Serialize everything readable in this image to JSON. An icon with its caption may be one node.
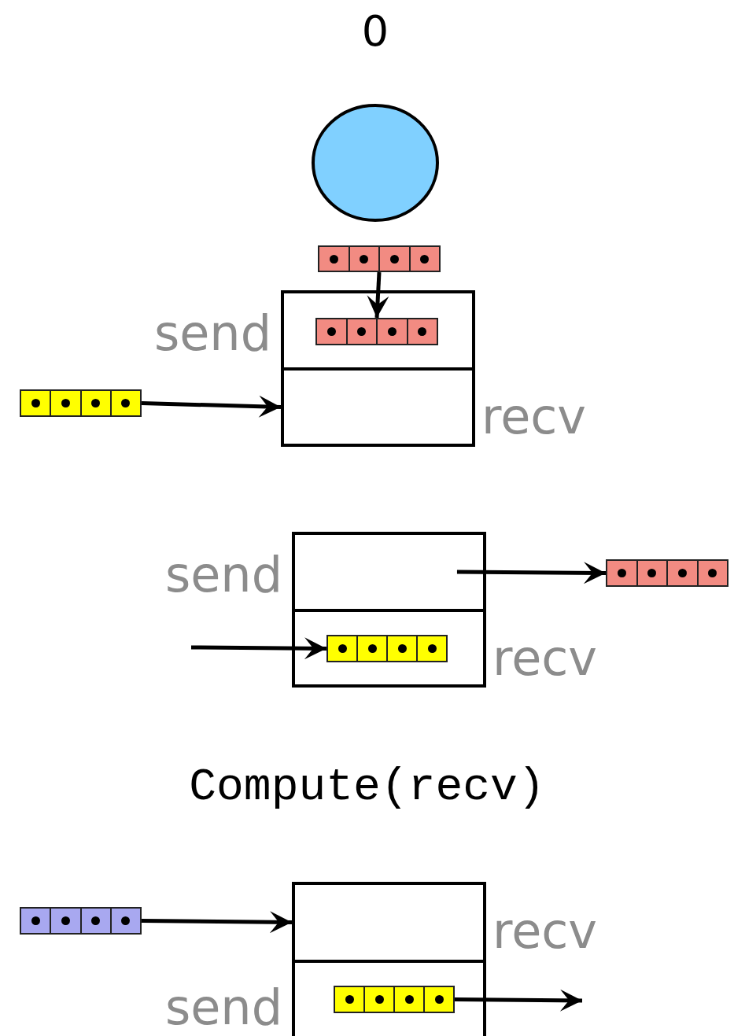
{
  "diagram": {
    "nodes": [
      {
        "text": [
          "0"
        ]
      },
      {
        "text": [],
        "shape": "array"
      },
      {
        "text": [
          "send"
        ]
      },
      {
        "text": [],
        "shape": "array",
        "in": 2
      },
      {
        "text": [
          "recv"
        ]
      },
      {
        "text": [],
        "shape": "array"
      },
      {
        "text": [
          "send"
        ]
      },
      {
        "text": [
          "recv"
        ]
      },
      {
        "text": [],
        "shape": "array",
        "in": 7
      },
      {
        "text": [],
        "shape": "array"
      },
      {
        "text": [
          "recv"
        ]
      },
      {
        "text": [
          "send"
        ]
      },
      {
        "text": [],
        "shape": "array",
        "in": 11
      },
      {
        "text": [],
        "shape": "array"
      }
    ],
    "edges": [
      {
        "from": 1,
        "to": 3,
        "arrow": "to"
      },
      {
        "from": 5,
        "to": 4,
        "arrow": "to"
      },
      {
        "from": 6,
        "to": 9,
        "arrow": "to"
      },
      {
        "from": null,
        "to": 8,
        "arrow": "to"
      },
      {
        "from": 13,
        "to": 10,
        "arrow": "to"
      },
      {
        "from": 12,
        "to": null,
        "arrow": "to"
      }
    ],
    "labels": [
      "Compute(recv)"
    ]
  }
}
